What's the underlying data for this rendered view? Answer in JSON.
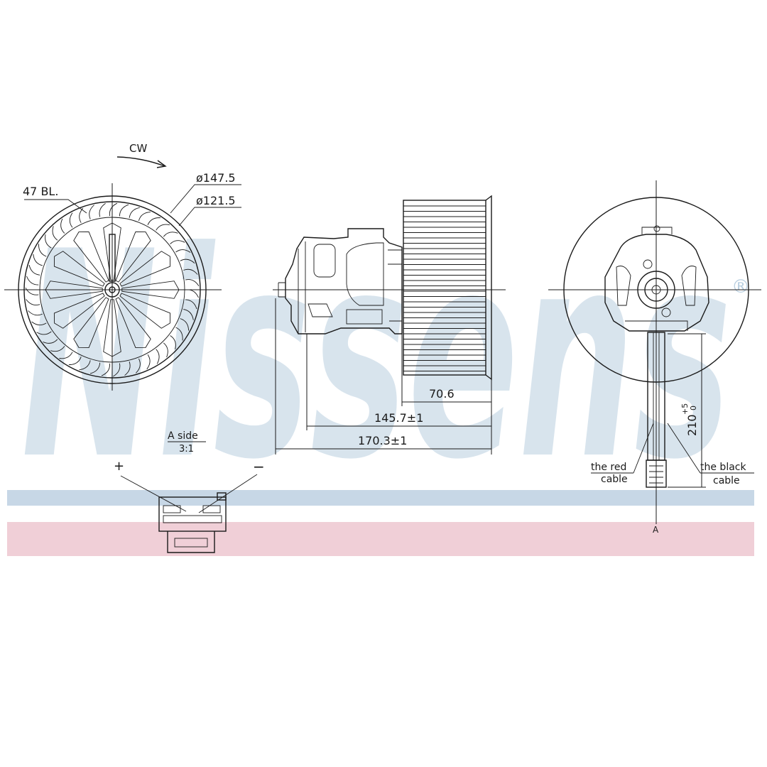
{
  "watermark": {
    "brand": "Nissens",
    "trademark": "®",
    "band_blue": "#c7d7e6",
    "band_pink": "#f0cfd7",
    "letter_color": "#b9cfe0"
  },
  "front_view": {
    "rotation_label": "CW",
    "blades_label": "47 BL.",
    "outer_diameter": "ø147.5",
    "inner_diameter": "ø121.5",
    "blade_count": 47
  },
  "side_view": {
    "dim_wheel": "70.6",
    "dim_mid": "145.7±1",
    "dim_total": "170.3±1"
  },
  "connector_view": {
    "title": "A side",
    "scale": "3:1",
    "plus": "+",
    "minus": "−"
  },
  "rear_view": {
    "cable_length": "210",
    "cable_tolerance_upper": "+5",
    "cable_tolerance_lower": "0",
    "red_cable_line1": "the red",
    "red_cable_line2": "cable",
    "black_cable_line1": "the black",
    "black_cable_line2": "cable",
    "view_marker": "A"
  }
}
